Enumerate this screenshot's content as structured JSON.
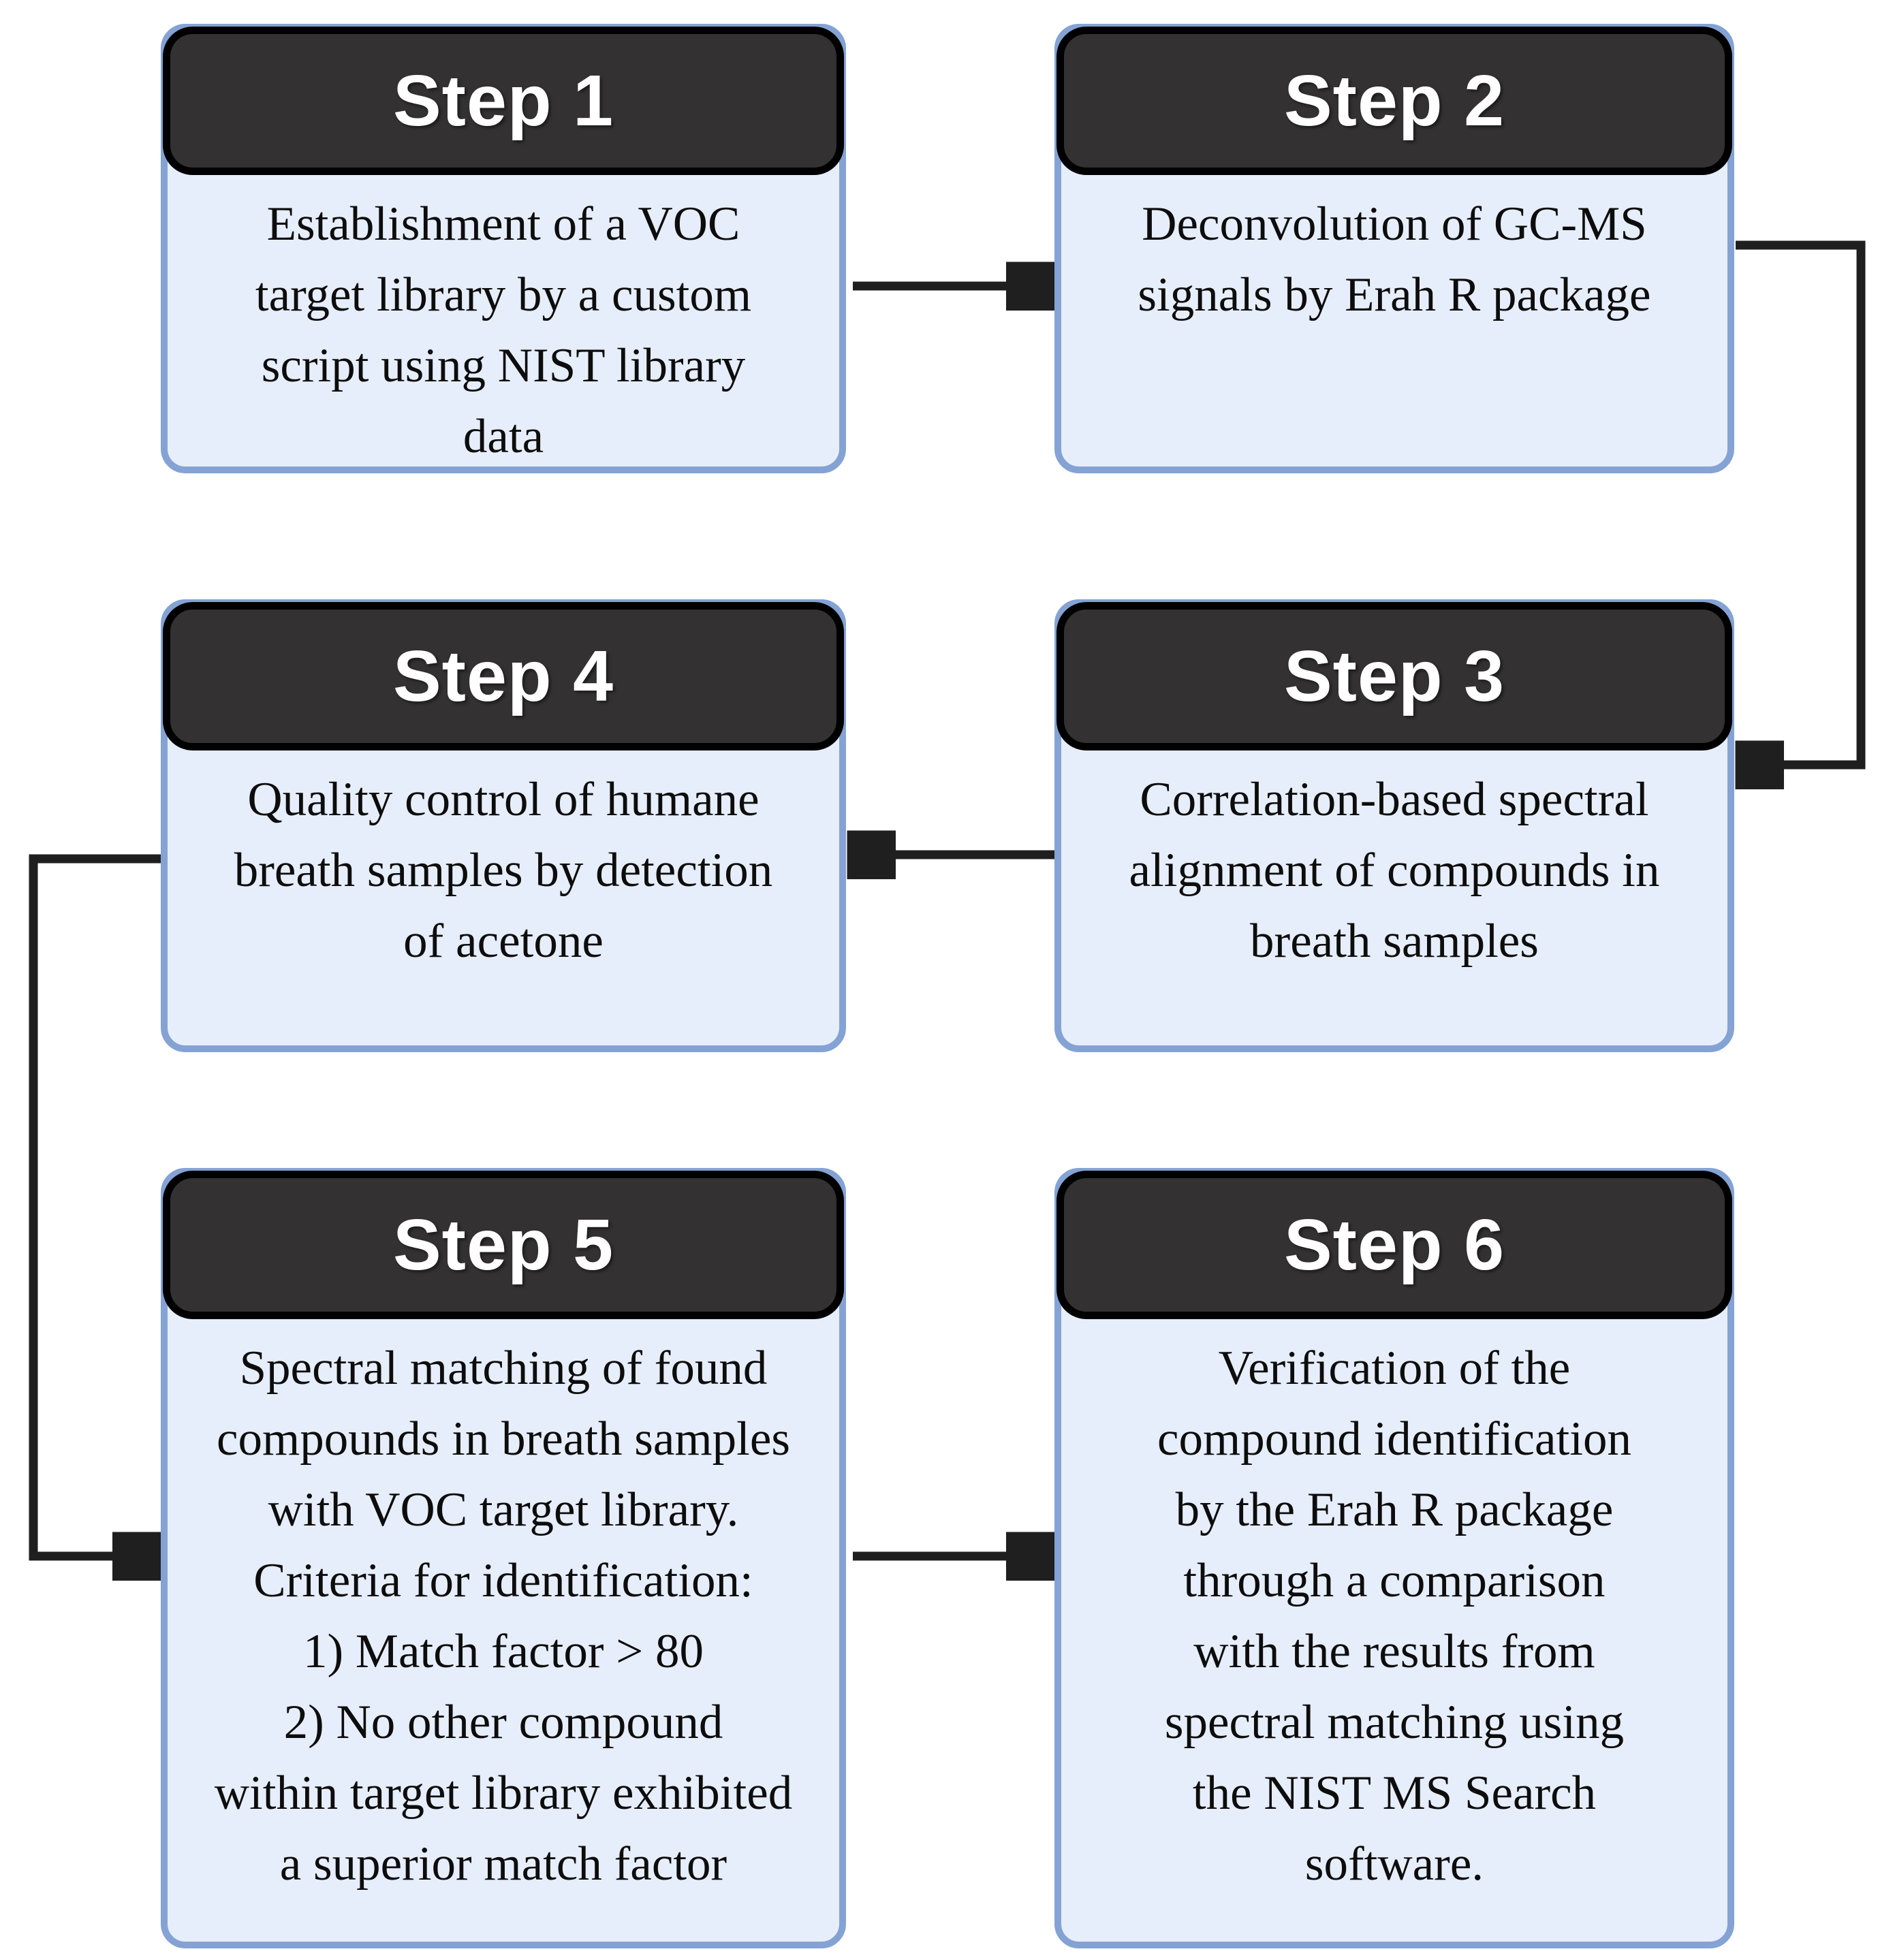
{
  "diagram": {
    "type": "flowchart",
    "steps": [
      {
        "id": "step-1",
        "label": "Step 1",
        "lines": [
          "Establishment of a  VOC",
          "target library by a custom",
          "script using NIST library",
          "data"
        ]
      },
      {
        "id": "step-2",
        "label": "Step 2",
        "lines": [
          "Deconvolution of GC-MS",
          "signals by Erah R package"
        ]
      },
      {
        "id": "step-3",
        "label": "Step 3",
        "lines": [
          "Correlation-based spectral",
          "alignment of compounds in",
          "breath samples"
        ]
      },
      {
        "id": "step-4",
        "label": "Step 4",
        "lines": [
          "Quality control of humane",
          "breath samples by detection",
          "of acetone"
        ]
      },
      {
        "id": "step-5",
        "label": "Step 5",
        "lines": [
          "Spectral matching of found",
          "compounds in breath samples",
          "with VOC target library.",
          "Criteria for identification:",
          "1) Match factor > 80",
          "2) No other compound",
          "within target library exhibited",
          "a superior match factor"
        ]
      },
      {
        "id": "step-6",
        "label": "Step 6",
        "lines": [
          "Verification of the",
          "compound identification",
          "by the Erah R package",
          "through a comparison",
          "with the results from",
          "spectral matching using",
          "the NIST MS Search",
          "software."
        ]
      }
    ],
    "flow": [
      {
        "from": "Step 1",
        "to": "Step 2"
      },
      {
        "from": "Step 2",
        "to": "Step 3"
      },
      {
        "from": "Step 3",
        "to": "Step 4"
      },
      {
        "from": "Step 4",
        "to": "Step 5"
      },
      {
        "from": "Step 5",
        "to": "Step 6"
      }
    ],
    "colors": {
      "header_bg": "#333132",
      "header_border": "#000000",
      "body_bg": "#e7eefb",
      "body_border": "#84a3d4",
      "arrow": "#1f1f1f",
      "step_text": "#ffffff",
      "body_text": "#0d0d0d"
    }
  }
}
